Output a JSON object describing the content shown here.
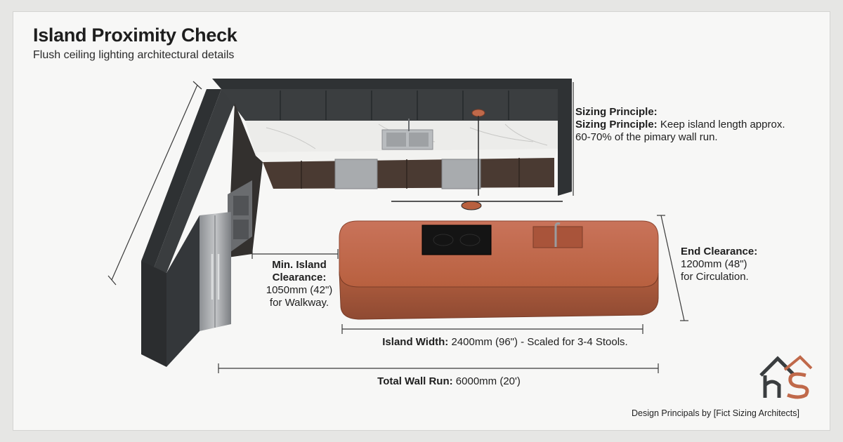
{
  "title": "Island Proximity Check",
  "subtitle": "Flush ceiling lighting architectural details",
  "sizing": {
    "heading": "Sizing Principle:",
    "label": "Sizing Principle:",
    "text": " Keep island length approx. 60-70% of the pimary wall run."
  },
  "clearance": {
    "label": "Min. Island Clearance:",
    "value": "1050mm (42\")",
    "note": "for Walkway."
  },
  "end_clearance": {
    "label": "End Clearance:",
    "value": "1200mm (48\")",
    "note": "for Circulation."
  },
  "island_width": {
    "label": "Island Width:",
    "text": " 2400mm (96\") - Scaled for 3-4 Stools."
  },
  "total_wall": {
    "label": "Total Wall Run:",
    "text": " 6000mm (20')"
  },
  "credit": "Design Principals by [Fict Sizing Architects]",
  "colors": {
    "island": "#c0694a",
    "cabinet_dark": "#3a3d3f",
    "lower_cabinet": "#4a3a32",
    "counter_marble": "#eeeeec",
    "background": "#f7f7f6"
  }
}
